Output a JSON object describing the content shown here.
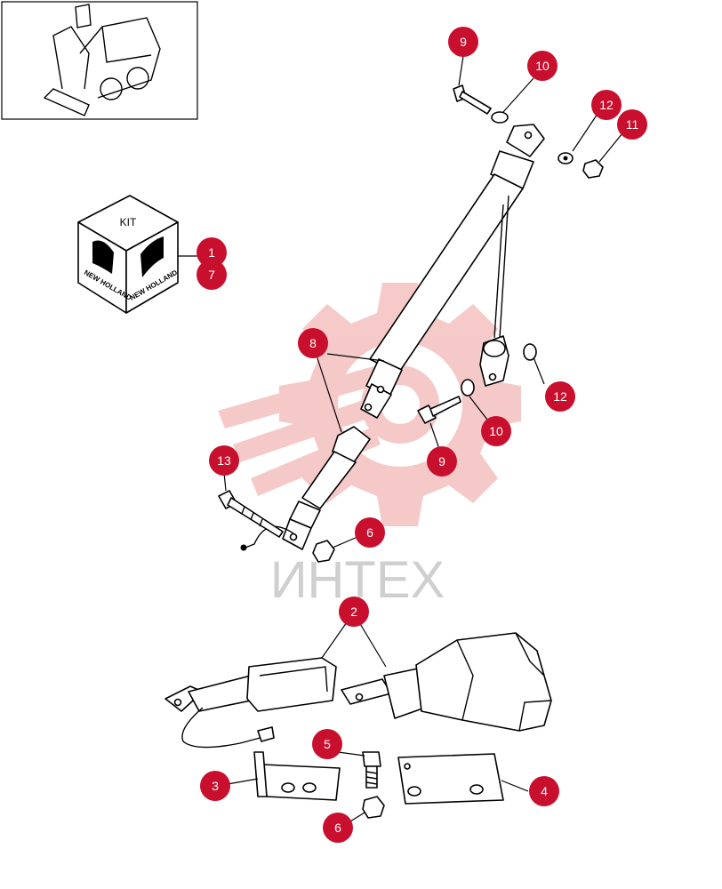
{
  "kit": {
    "label": "KIT",
    "brand_left": "NEW HOLLAND",
    "brand_right": "NEW HOLLAND"
  },
  "watermark": {
    "text": "ИНТЕХ"
  },
  "callouts": [
    {
      "id": "c9a",
      "label": "9"
    },
    {
      "id": "c10a",
      "label": "10"
    },
    {
      "id": "c12a",
      "label": "12"
    },
    {
      "id": "c11",
      "label": "11"
    },
    {
      "id": "c1",
      "label": "1"
    },
    {
      "id": "c7",
      "label": "7"
    },
    {
      "id": "c8",
      "label": "8"
    },
    {
      "id": "c12b",
      "label": "12"
    },
    {
      "id": "c10b",
      "label": "10"
    },
    {
      "id": "c9b",
      "label": "9"
    },
    {
      "id": "c13",
      "label": "13"
    },
    {
      "id": "c6a",
      "label": "6"
    },
    {
      "id": "c2",
      "label": "2"
    },
    {
      "id": "c5",
      "label": "5"
    },
    {
      "id": "c3",
      "label": "3"
    },
    {
      "id": "c4",
      "label": "4"
    },
    {
      "id": "c6b",
      "label": "6"
    }
  ],
  "colors": {
    "callout": "#c8102e",
    "watermark": "#f4b8b8"
  }
}
